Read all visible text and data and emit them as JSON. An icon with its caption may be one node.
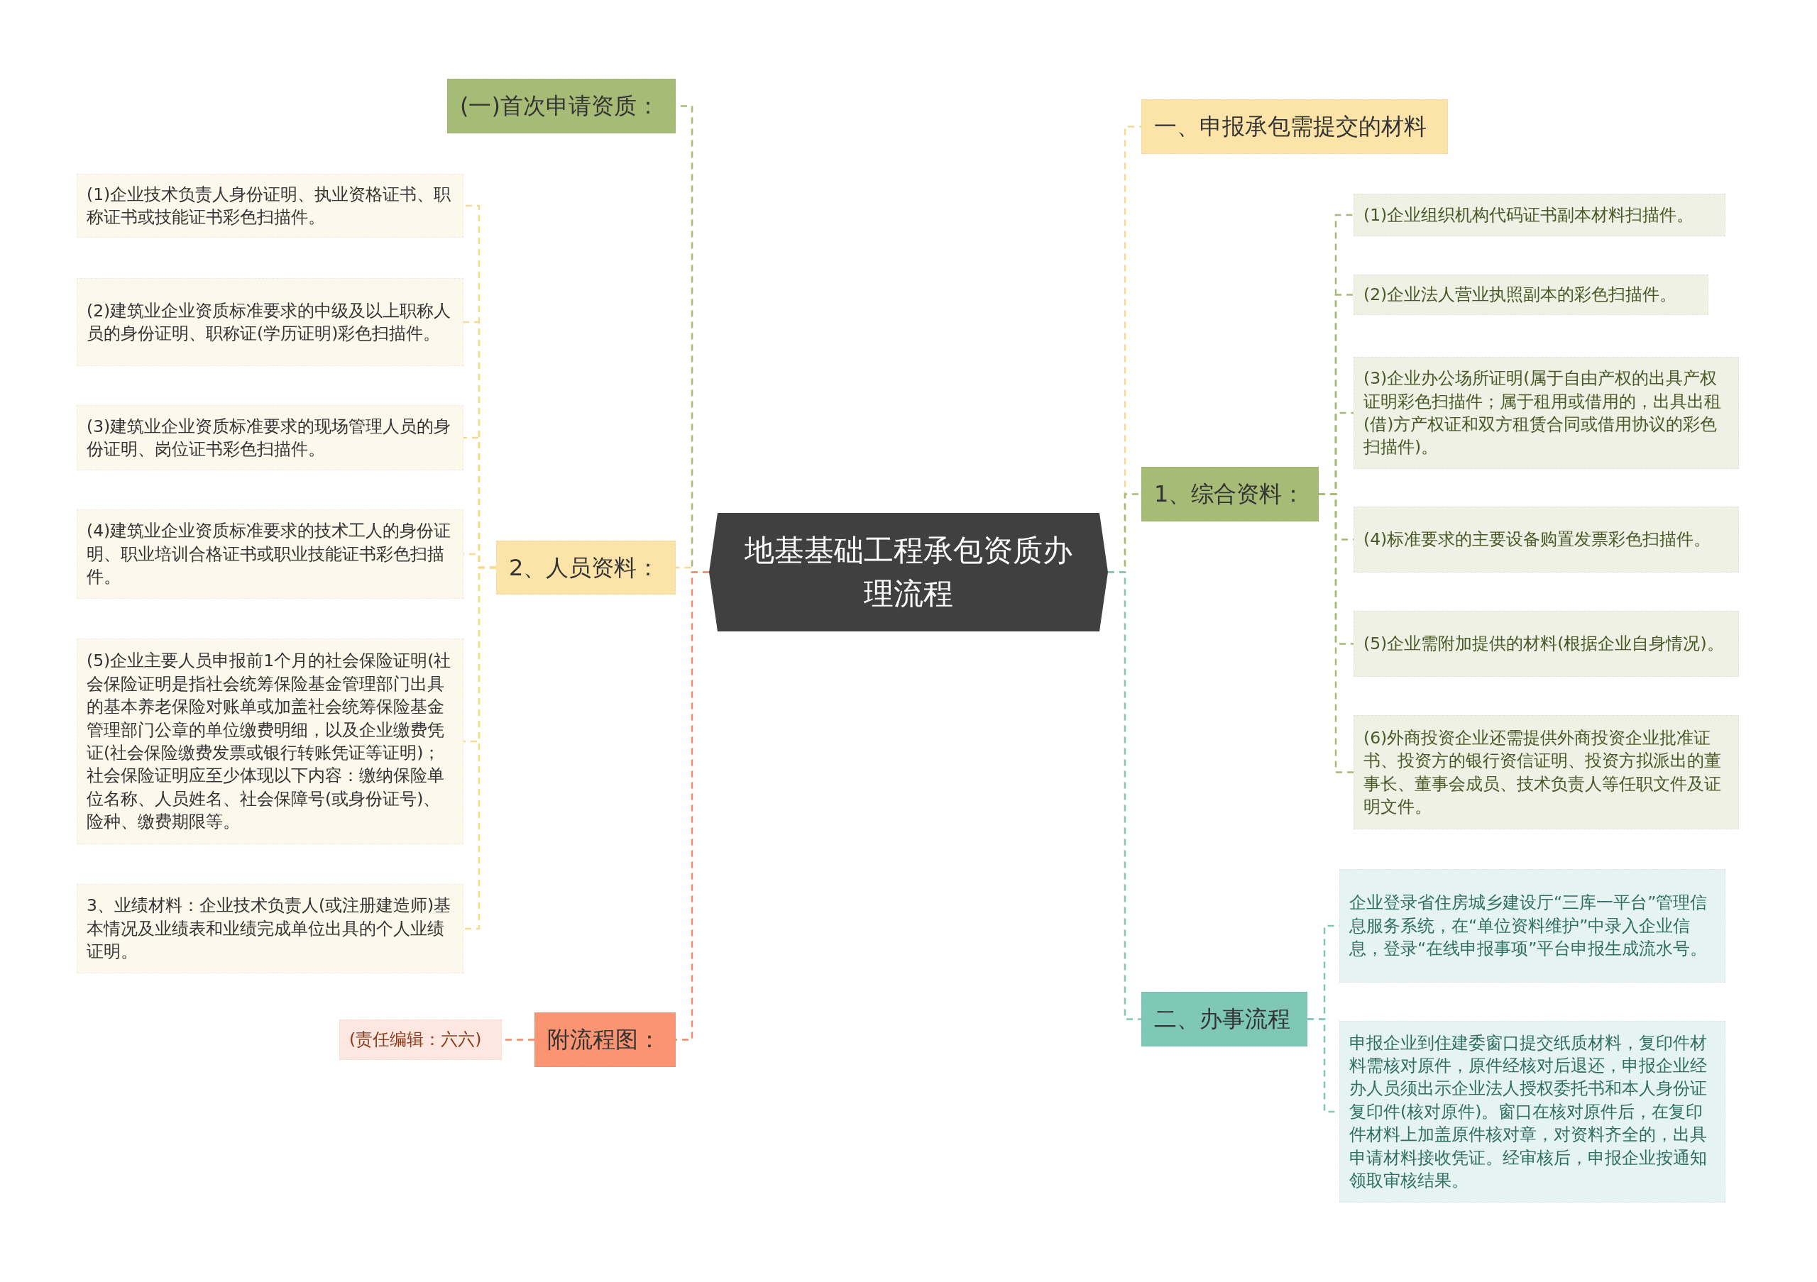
{
  "diagram": {
    "nodes": [
      {
        "text": [
          "地基基础工程承包资质办理流程"
        ]
      },
      {
        "text": [
          "(一)首次申请资质："
        ]
      },
      {
        "text": [
          "2、人员资料："
        ]
      },
      {
        "text": [
          "(1)企业技术负责人身份证明、执业资格证书、职称证书或技能证书彩色扫描件。"
        ]
      },
      {
        "text": [
          "(2)建筑业企业资质标准要求的中级及以上职称人员的身份证明、职称证(学历证明)彩色扫描件。"
        ]
      },
      {
        "text": [
          "(3)建筑业企业资质标准要求的现场管理人员的身份证明、岗位证书彩色扫描件。"
        ]
      },
      {
        "text": [
          "(4)建筑业企业资质标准要求的技术工人的身份证明、职业培训合格证书或职业技能证书彩色扫描件。"
        ]
      },
      {
        "text": [
          "(5)企业主要人员申报前1个月的社会保险证明(社会保险证明是指社会统筹保险基金管理部门出具的基本养老保险对账单或加盖社会统筹保险基金管理部门公章的单位缴费明细，以及企业缴费凭证(社会保险缴费发票或银行转账凭证等证明)；社会保险证明应至少体现以下内容：缴纳保险单位名称、人员姓名、社会保障号(或身份证号)、险种、缴费期限等。"
        ]
      },
      {
        "text": [
          "3、业绩材料：企业技术负责人(或注册建造师)基本情况及业绩表和业绩完成单位出具的个人业绩证明。"
        ]
      },
      {
        "text": [
          "附流程图："
        ]
      },
      {
        "text": [
          "(责任编辑：六六)"
        ]
      },
      {
        "text": [
          "一、申报承包需提交的材料"
        ]
      },
      {
        "text": [
          "1、综合资料："
        ]
      },
      {
        "text": [
          "(1)企业组织机构代码证书副本材料扫描件。"
        ]
      },
      {
        "text": [
          "(2)企业法人营业执照副本的彩色扫描件。"
        ]
      },
      {
        "text": [
          "(3)企业办公场所证明(属于自由产权的出具产权证明彩色扫描件；属于租用或借用的，出具出租(借)方产权证和双方租赁合同或借用协议的彩色扫描件)。"
        ]
      },
      {
        "text": [
          "(4)标准要求的主要设备购置发票彩色扫描件。"
        ]
      },
      {
        "text": [
          "(5)企业需附加提供的材料(根据企业自身情况)。"
        ]
      },
      {
        "text": [
          "(6)外商投资企业还需提供外商投资企业批准证书、投资方的银行资信证明、投资方拟派出的董事长、董事会成员、技术负责人等任职文件及证明文件。"
        ]
      },
      {
        "text": [
          "二、办事流程"
        ]
      },
      {
        "text": [
          "企业登录省住房城乡建设厅“三库一平台”管理信息服务系统，在“单位资料维护”中录入企业信息，登录“在线申报事项”平台申报生成流水号。"
        ]
      },
      {
        "text": [
          "申报企业到住建委窗口提交纸质材料，复印件材料需核对原件，原件经核对后退还，申报企业经办人员须出示企业法人授权委托书和本人身份证复印件(核对原件)。窗口在核对原件后，在复印件材料上加盖原件核对章，对资料齐全的，出具申请材料接收凭证。经审核后，申报企业按通知领取审核结果。"
        ]
      }
    ],
    "edges": [
      {
        "from": 0,
        "to": 1,
        "arrow": "none",
        "style": "dashed",
        "color": "#a6bc76"
      },
      {
        "from": 0,
        "to": 2,
        "arrow": "none",
        "style": "dashed",
        "color": "#f5d98c"
      },
      {
        "from": 2,
        "to": 3,
        "arrow": "none",
        "style": "dashed",
        "color": "#f5d98c"
      },
      {
        "from": 2,
        "to": 4,
        "arrow": "none",
        "style": "dashed",
        "color": "#f5d98c"
      },
      {
        "from": 2,
        "to": 5,
        "arrow": "none",
        "style": "dashed",
        "color": "#f5d98c"
      },
      {
        "from": 2,
        "to": 6,
        "arrow": "none",
        "style": "dashed",
        "color": "#f5d98c"
      },
      {
        "from": 2,
        "to": 7,
        "arrow": "none",
        "style": "dashed",
        "color": "#f5d98c"
      },
      {
        "from": 2,
        "to": 8,
        "arrow": "none",
        "style": "dashed",
        "color": "#f5d98c"
      },
      {
        "from": 0,
        "to": 9,
        "arrow": "none",
        "style": "dashed",
        "color": "#f08a68"
      },
      {
        "from": 9,
        "to": 10,
        "arrow": "none",
        "style": "dashed",
        "color": "#f08a68"
      },
      {
        "from": 0,
        "to": 11,
        "arrow": "none",
        "style": "dashed",
        "color": "#f5d98c"
      },
      {
        "from": 0,
        "to": 12,
        "arrow": "none",
        "style": "dashed",
        "color": "#a6bc76"
      },
      {
        "from": 12,
        "to": 13,
        "arrow": "none",
        "style": "dashed",
        "color": "#a6bc76"
      },
      {
        "from": 12,
        "to": 14,
        "arrow": "none",
        "style": "dashed",
        "color": "#a6bc76"
      },
      {
        "from": 12,
        "to": 15,
        "arrow": "none",
        "style": "dashed",
        "color": "#a6bc76"
      },
      {
        "from": 12,
        "to": 16,
        "arrow": "none",
        "style": "dashed",
        "color": "#a6bc76"
      },
      {
        "from": 12,
        "to": 17,
        "arrow": "none",
        "style": "dashed",
        "color": "#a6bc76"
      },
      {
        "from": 12,
        "to": 18,
        "arrow": "none",
        "style": "dashed",
        "color": "#a6bc76"
      },
      {
        "from": 0,
        "to": 19,
        "arrow": "none",
        "style": "dashed",
        "color": "#7fc8b8"
      },
      {
        "from": 19,
        "to": 20,
        "arrow": "none",
        "style": "dashed",
        "color": "#7fc8b8"
      },
      {
        "from": 19,
        "to": 21,
        "arrow": "none",
        "style": "dashed",
        "color": "#7fc8b8"
      }
    ]
  }
}
